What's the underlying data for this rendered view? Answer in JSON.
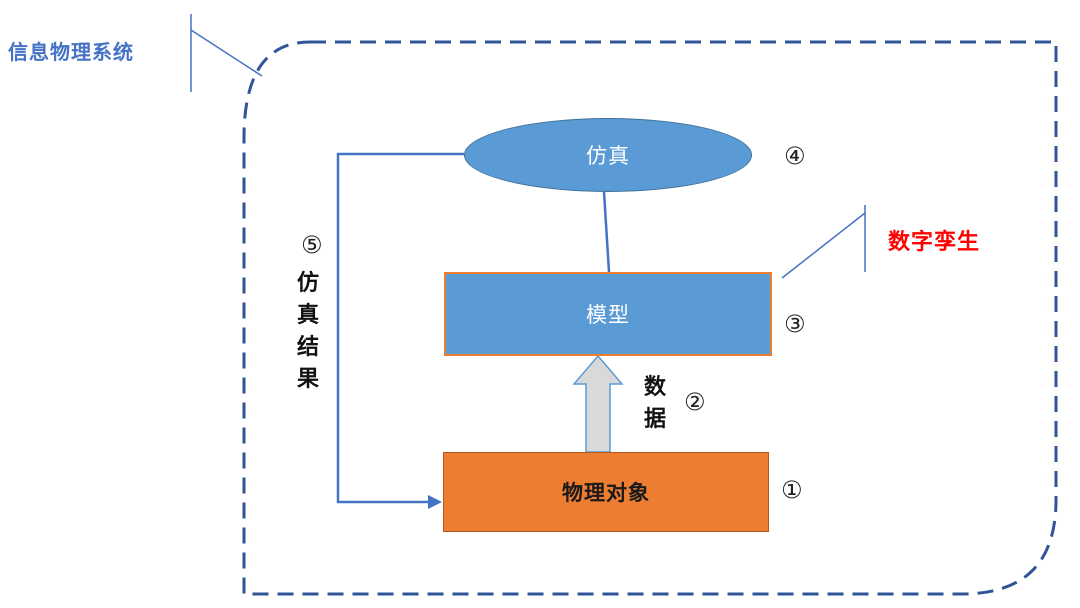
{
  "labels": {
    "system": "信息物理系统",
    "digital_twin": "数字孪生"
  },
  "nodes": {
    "simulation": "仿真",
    "model": "模型",
    "physical_object": "物理对象"
  },
  "edges": {
    "data": [
      "数",
      "据"
    ],
    "simulation_result": [
      "仿",
      "真",
      "结",
      "果"
    ]
  },
  "markers": {
    "m1": "①",
    "m2": "②",
    "m3": "③",
    "m4": "④",
    "m5": "⑤"
  },
  "colors": {
    "frame": "#2f5597",
    "node_blue": "#5b9bd5",
    "node_orange": "#ed7d31",
    "connector": "#4472c4",
    "arrow_fill": "#d9d9d9",
    "twin_label": "#ff0000",
    "system_label": "#4472c4"
  }
}
